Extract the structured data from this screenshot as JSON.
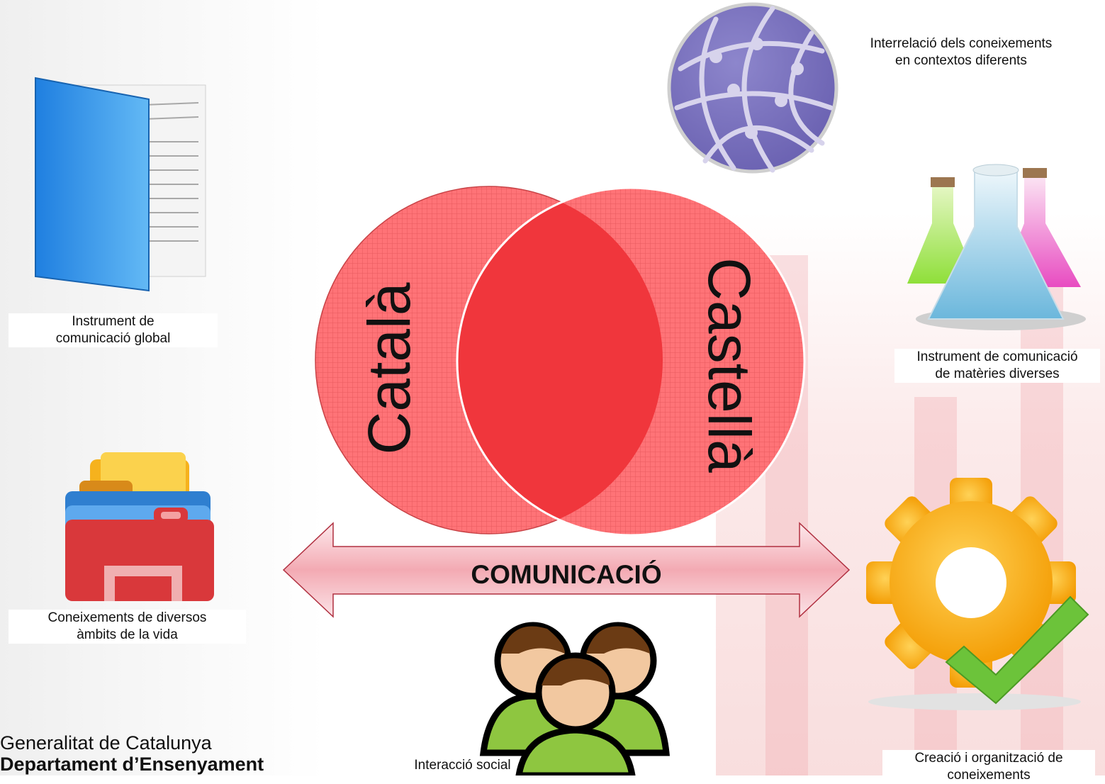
{
  "center": {
    "left_circle_label": "Català",
    "right_circle_label": "Castellà",
    "arrow_label": "COMUNICACIÓ"
  },
  "labels": {
    "globe": [
      "Interrelació dels coneixements",
      "en contextos diferents"
    ],
    "book": [
      "Instrument de",
      "comunicació global"
    ],
    "flasks": [
      "Instrument de comunicació",
      "de matèries diverses"
    ],
    "folders": [
      "Coneixements  de diversos",
      "àmbits de la vida"
    ],
    "gear": [
      "Creació i organització de",
      "coneixements"
    ],
    "people": "Interacció social"
  },
  "logo": {
    "line1": "Generalitat de Catalunya",
    "line2": "Departament d’Ensenyament"
  },
  "icons": [
    "globe-icon",
    "book-icon",
    "flasks-icon",
    "folders-icon",
    "gear-check-icon",
    "people-icon"
  ],
  "colors": {
    "circle": "#ff6b6e",
    "intersection": "#f23a3f",
    "arrow": "#f4b8be",
    "globe": "#7b72bd",
    "gear": "#f5a800",
    "check": "#6cc33a"
  }
}
